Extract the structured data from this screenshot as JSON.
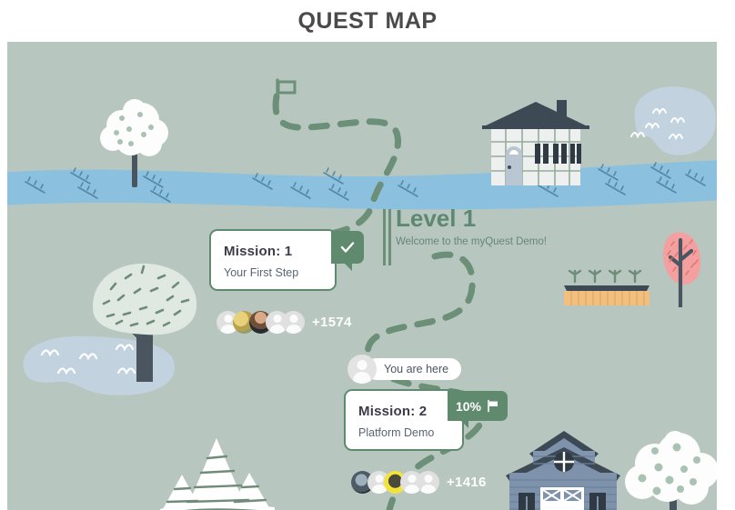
{
  "header": {
    "title": "QUEST MAP"
  },
  "level": {
    "title": "Level 1",
    "subtitle": "Welcome to the myQuest Demo!"
  },
  "you_are_here": {
    "label": "You are here",
    "avatar_icon": "user-silhouette-icon"
  },
  "missions": [
    {
      "title": "Mission: 1",
      "subtitle": "Your First Step",
      "badge_type": "check",
      "badge_icon": "check-icon",
      "badge_label": "",
      "participants_count": "+1574",
      "avatars": [
        {
          "icon": "user-silhouette-icon",
          "kind": "silhouette"
        },
        {
          "icon": "user-photo-avatar",
          "kind": "photo-a"
        },
        {
          "icon": "user-photo-avatar",
          "kind": "photo-b"
        },
        {
          "icon": "user-silhouette-icon",
          "kind": "silhouette"
        },
        {
          "icon": "user-silhouette-icon",
          "kind": "silhouette"
        }
      ]
    },
    {
      "title": "Mission: 2",
      "subtitle": "Platform Demo",
      "badge_type": "percent",
      "badge_icon": "flag-icon",
      "badge_label": "10%",
      "participants_count": "+1416",
      "avatars": [
        {
          "icon": "user-photo-avatar",
          "kind": "photo-c"
        },
        {
          "icon": "user-silhouette-icon",
          "kind": "silhouette"
        },
        {
          "icon": "user-photo-avatar",
          "kind": "photo-d"
        },
        {
          "icon": "user-silhouette-icon",
          "kind": "silhouette"
        },
        {
          "icon": "user-silhouette-icon",
          "kind": "silhouette"
        }
      ]
    }
  ],
  "map_scenery": {
    "flag_icon": "quest-start-flag-icon",
    "items": [
      "blossom-tree-top-left",
      "tudor-house",
      "pond-top-right",
      "river",
      "leafy-tree-left",
      "pond-left",
      "snowy-mountains",
      "garden-bed",
      "pink-tree",
      "barn-house",
      "blossom-tree-bottom-right"
    ]
  },
  "colors": {
    "page_background": "#ffffff",
    "map_background": "#b7c7c0",
    "title_text": "#4a4a4a",
    "accent_green": "#5f8a6e",
    "level_green": "#5d8871",
    "path_green": "#6b8f77",
    "river_blue": "#8cc0df",
    "river_ripple": "#4a7f9e",
    "pond_blue": "#bfcedb",
    "house_roof": "#3d4a55",
    "house_wall": "#eef0ef",
    "barn_blue": "#7e93ab",
    "tree_trunk": "#4a5560",
    "tree_canopy_white": "#fdfdfd",
    "tree_canopy_mint": "#dfe9e1",
    "pink_tree": "#f4a0a0",
    "garden_wood": "#f2bf7e",
    "garden_soil": "#3d4a55",
    "card_background": "#ffffff",
    "card_title_text": "#3b3b4a",
    "card_sub_text": "#5a6473",
    "count_text": "#ffffff"
  }
}
